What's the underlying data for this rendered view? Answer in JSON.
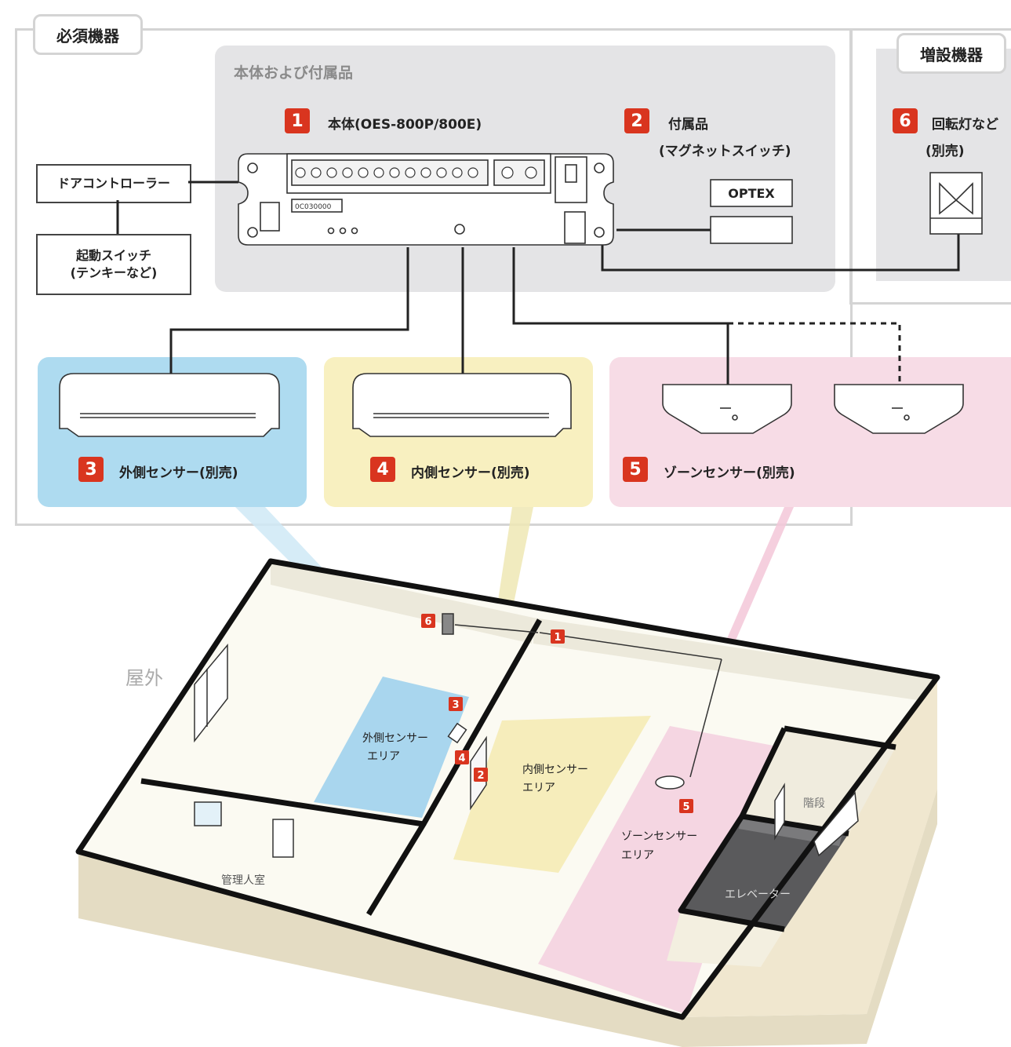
{
  "required_section": {
    "title": "必須機器"
  },
  "main_unit_panel": {
    "title": "本体および付属品"
  },
  "items": {
    "main_unit": {
      "num": "1",
      "label": "本体(OES-800P/800E)",
      "dip_text": "0C030000"
    },
    "accessory": {
      "num": "2",
      "label_line1": "付属品",
      "label_line2": "(マグネットスイッチ)",
      "brand": "OPTEX"
    },
    "outer_sensor": {
      "num": "3",
      "label": "外側センサー(別売)"
    },
    "inner_sensor": {
      "num": "4",
      "label": "内側センサー(別売)"
    },
    "zone_sensor": {
      "num": "5",
      "label": "ゾーンセンサー(別売)"
    },
    "rotary_light": {
      "num": "6",
      "label_line1": "回転灯など",
      "label_line2": "(別売)"
    }
  },
  "door_controller": {
    "label": "ドアコントローラー"
  },
  "start_switch": {
    "label_line1": "起動スイッチ",
    "label_line2": "(テンキーなど)"
  },
  "optional_section": {
    "title": "増設機器"
  },
  "floor_plan": {
    "outside": "屋外",
    "outer_area_line1": "外側センサー",
    "outer_area_line2": "エリア",
    "inner_area_line1": "内側センサー",
    "inner_area_line2": "エリア",
    "zone_area_line1": "ゾーンセンサー",
    "zone_area_line2": "エリア",
    "manager_room": "管理人室",
    "stairs": "階段",
    "elevator": "エレベーター",
    "markers": [
      "6",
      "1",
      "3",
      "4",
      "2",
      "5"
    ]
  },
  "colors": {
    "badge": "#d9351f",
    "blue": "#aedbf0",
    "yellow": "#f8f0c0",
    "pink": "#f7dce6",
    "gray_panel": "#e4e4e6"
  }
}
